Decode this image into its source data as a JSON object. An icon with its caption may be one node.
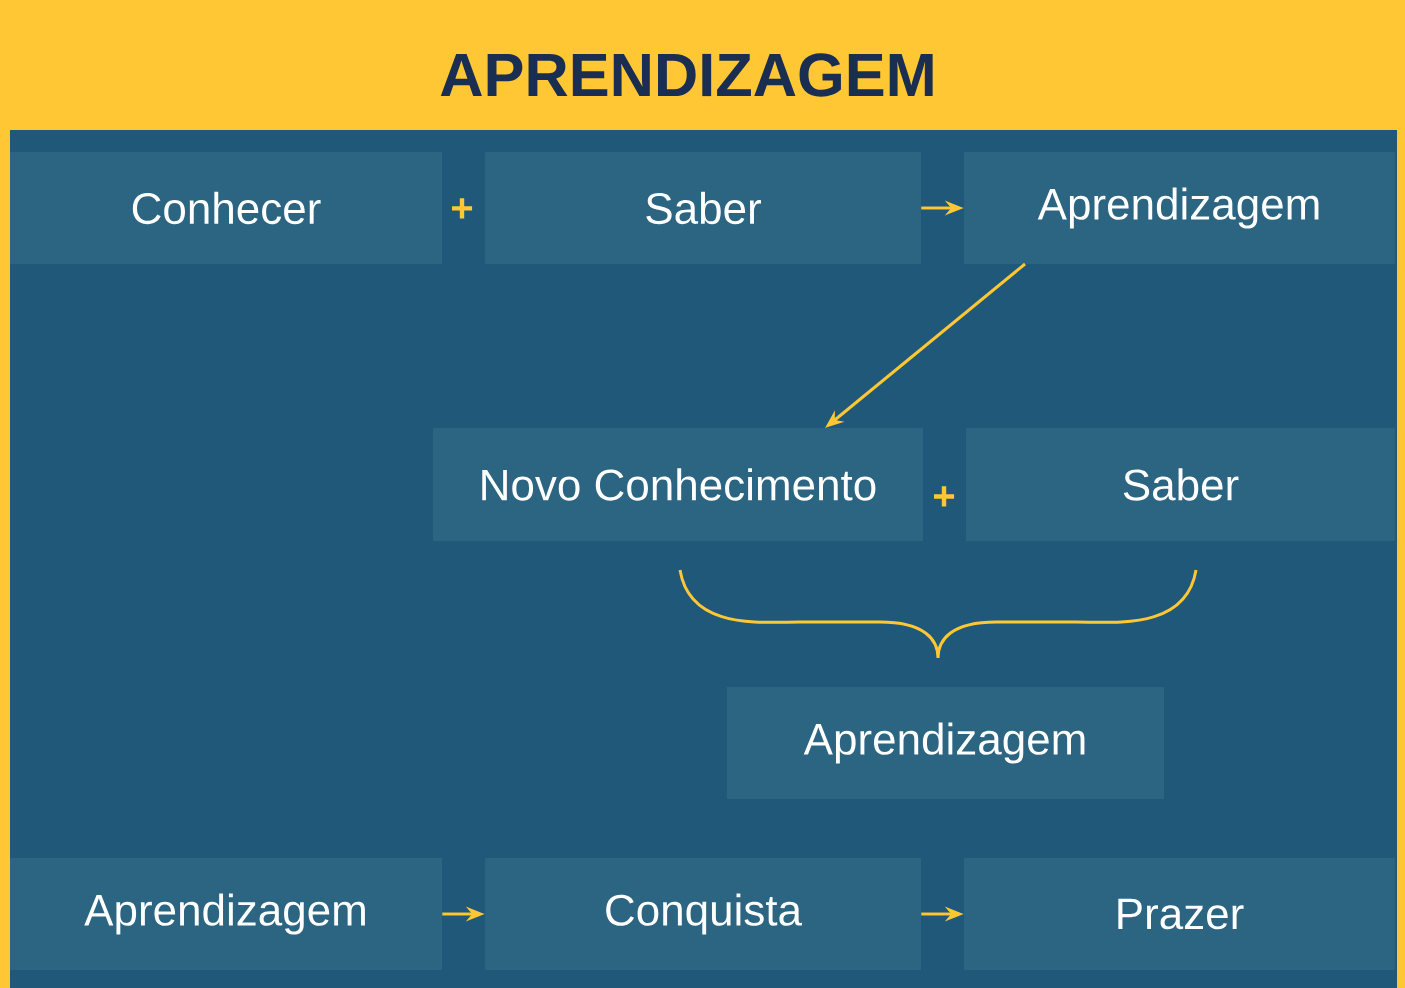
{
  "diagram": {
    "title": "APRENDIZAGEM",
    "nodes": [
      {
        "text": [
          "Conhecer"
        ]
      },
      {
        "text": [
          "Saber"
        ]
      },
      {
        "text": [
          "Aprendizagem"
        ]
      },
      {
        "text": [
          "Novo Conhecimento"
        ]
      },
      {
        "text": [
          "Saber"
        ]
      },
      {
        "text": [
          "Aprendizagem"
        ]
      },
      {
        "text": [
          "Aprendizagem"
        ]
      },
      {
        "text": [
          "Conquista"
        ]
      },
      {
        "text": [
          "Prazer"
        ]
      }
    ],
    "edges": [
      {
        "from": 1,
        "to": 2,
        "arrow": "to"
      },
      {
        "from": 2,
        "to": 3,
        "arrow": "to"
      },
      {
        "from": 6,
        "to": 7,
        "arrow": "to"
      },
      {
        "from": 7,
        "to": 8,
        "arrow": "to"
      }
    ],
    "labels": [
      "+",
      "+"
    ]
  }
}
